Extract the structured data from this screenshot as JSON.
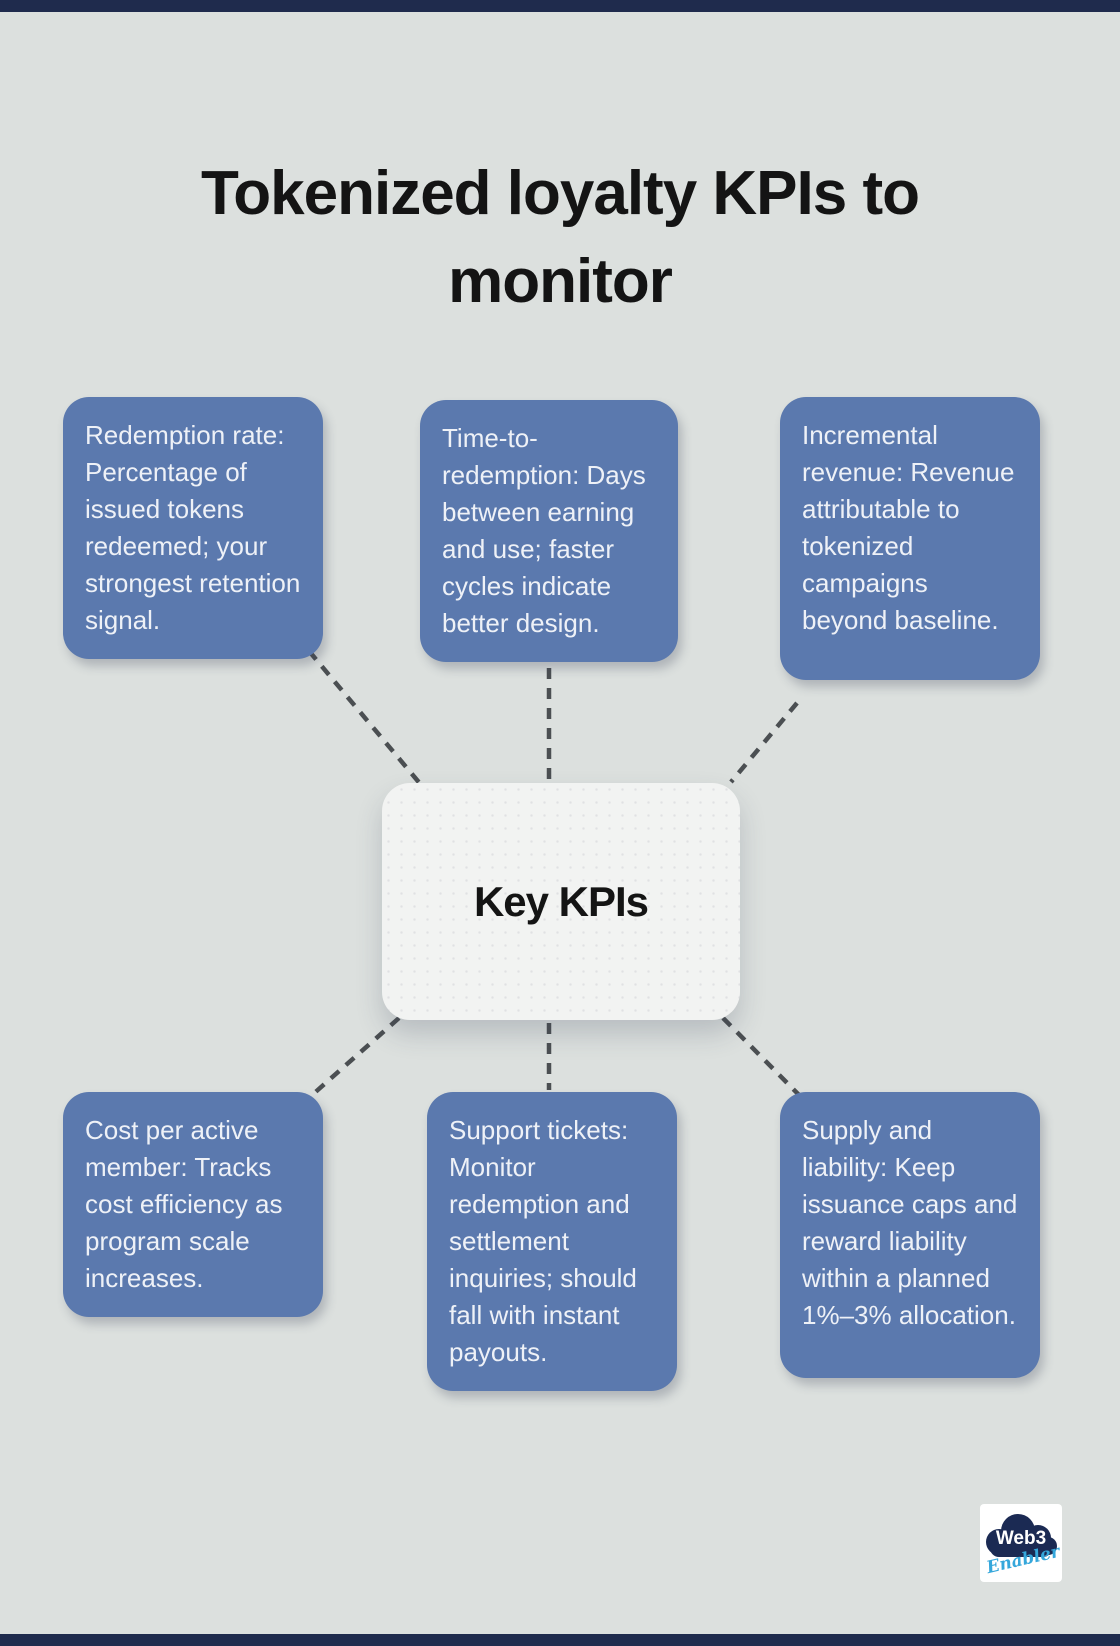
{
  "page": {
    "title": "Tokenized loyalty KPIs to monitor"
  },
  "center": {
    "label": "Key KPIs"
  },
  "kpis": [
    {
      "text": "Redemption rate: Percentage of issued tokens redeemed; your strongest retention signal."
    },
    {
      "text": "Time-to-redemption: Days between earning and use; faster cycles indicate better design."
    },
    {
      "text": "Incremental revenue: Revenue attributable to tokenized campaigns beyond baseline."
    },
    {
      "text": "Cost per active member: Tracks cost efficiency as program scale increases."
    },
    {
      "text": "Support tickets: Monitor redemption and settlement inquiries; should fall with instant payouts."
    },
    {
      "text": "Supply and liability: Keep issuance caps and reward liability within a planned 1%–3% allocation."
    }
  ],
  "logo": {
    "line1": "Web3",
    "line2": "Enabler"
  },
  "colors": {
    "background": "#dce0de",
    "kpi_card_blue": "#5b79ae",
    "kpi_card_text": "#eef1f7",
    "center_card_bg": "#f2f3f2",
    "edge_bar_navy": "#1f2b4d",
    "connector_gray": "#4b4f52",
    "title_text": "#141414",
    "logo_cloud_navy": "#1b2a53",
    "logo_script_blue": "#35a7db"
  }
}
